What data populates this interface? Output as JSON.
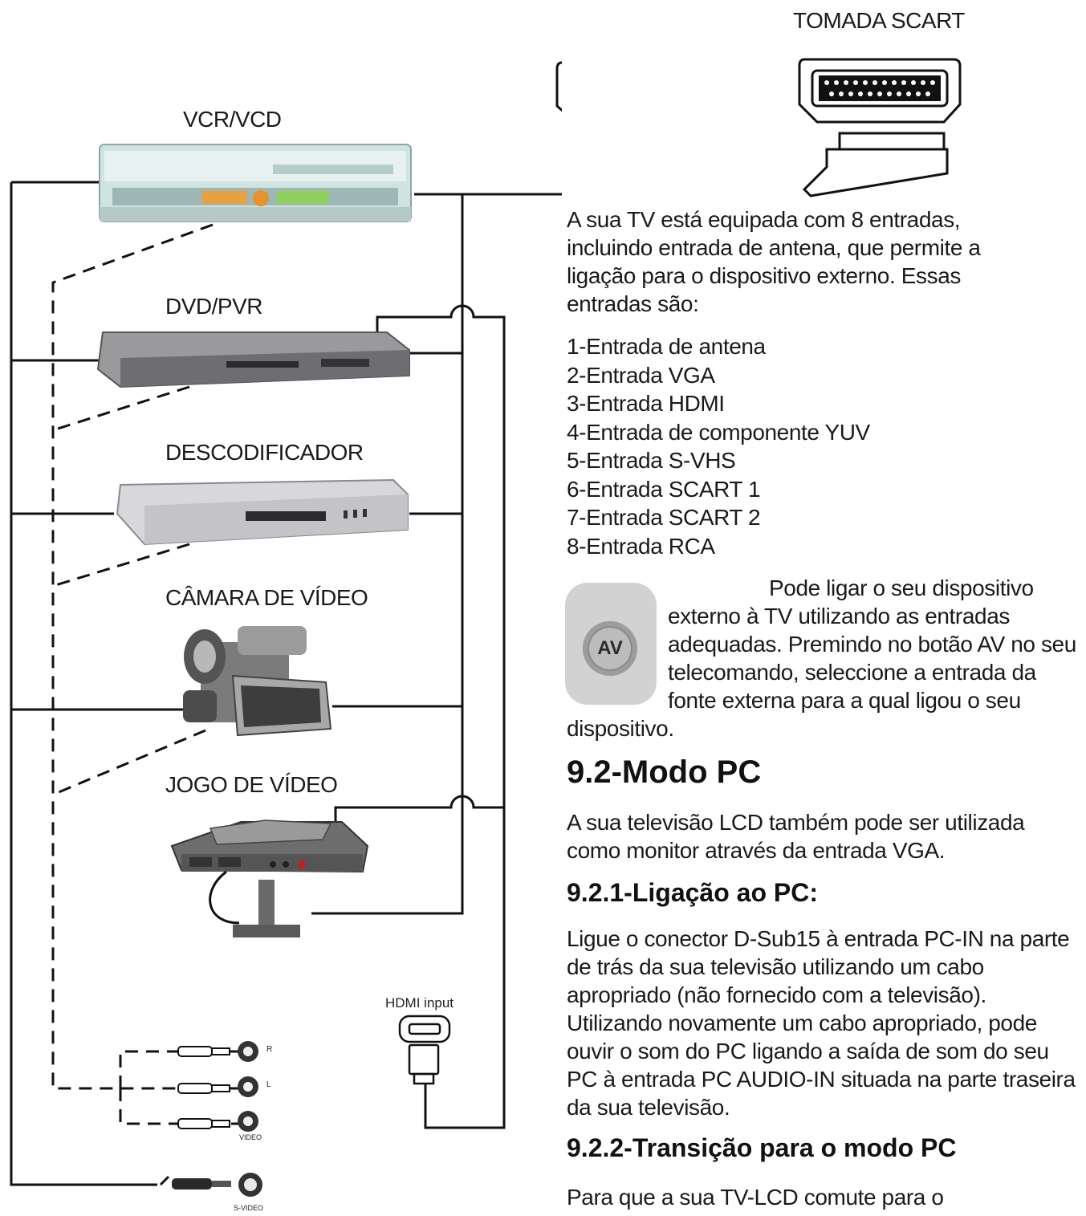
{
  "devices": {
    "scart": "TOMADA SCART",
    "vcr": "VCR/VCD",
    "dvd": "DVD/PVR",
    "decoder": "DESCODIFICADOR",
    "camera": "CÂMARA DE VÍDEO",
    "game": "JOGO DE VÍDEO",
    "hdmi": "HDMI input"
  },
  "jacks": {
    "r": "R",
    "l": "L",
    "video": "VIDEO",
    "svideo": "S-VIDEO"
  },
  "intro": "A sua TV está equipada com 8 entradas, incluindo entrada de antena, que permite a ligação para o dispositivo externo. Essas entradas são:",
  "inputs": [
    "1-Entrada de antena",
    "2-Entrada VGA",
    "3-Entrada HDMI",
    "4-Entrada de componente YUV",
    "5-Entrada S-VHS",
    "6-Entrada SCART 1",
    "7-Entrada SCART 2",
    "8-Entrada RCA"
  ],
  "av_button": "AV",
  "av_text": "Pode ligar o seu dispositivo externo à TV utilizando as entradas adequadas. Premindo no botão AV no seu telecomando, seleccione a entrada da fonte externa para a qual ligou o seu dispositivo.",
  "pc_heading": "9.2-Modo PC",
  "pc_text": "A sua televisão LCD também pode ser utilizada como monitor através da entrada VGA.",
  "pc_conn_heading": "9.2.1-Ligação ao PC:",
  "pc_conn_text": "Ligue o conector D-Sub15 à entrada PC-IN na parte de trás da sua televisão utilizando um cabo apropriado (não fornecido com a televisão). Utilizando novamente um cabo apropriado, pode ouvir o som do PC ligando a saída de som do seu PC à entrada PC AUDIO-IN situada na parte traseira da sua televisão.",
  "pc_mode_heading": "9.2.2-Transição para o modo PC",
  "pc_mode_text": "Para que a sua TV-LCD comute para o"
}
